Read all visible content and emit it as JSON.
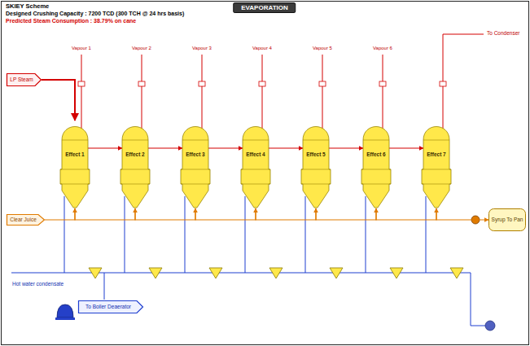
{
  "diagram": {
    "title": "EVAPORATION",
    "nodes": [
      {
        "text": [
          "LP Steam"
        ]
      },
      {
        "text": [
          "Effect 1"
        ]
      },
      {
        "text": [
          "Effect 2"
        ]
      },
      {
        "text": [
          "Effect 3"
        ]
      },
      {
        "text": [
          "Effect 4"
        ]
      },
      {
        "text": [
          "Effect 5"
        ]
      },
      {
        "text": [
          "Effect 6"
        ]
      },
      {
        "text": [
          "Effect 7"
        ]
      },
      {
        "text": [
          "Clear Juice"
        ]
      },
      {
        "text": [
          "Syrup To Pan"
        ]
      },
      {
        "text": [
          "To Boiler Deaerator"
        ]
      }
    ],
    "edges": [
      {
        "from": 0,
        "to": 1,
        "arrow": "to"
      },
      {
        "from": 1,
        "to": 2,
        "arrow": "to"
      },
      {
        "from": 2,
        "to": 3,
        "arrow": "to"
      },
      {
        "from": 3,
        "to": 4,
        "arrow": "to"
      },
      {
        "from": 4,
        "to": 5,
        "arrow": "to"
      },
      {
        "from": 5,
        "to": 6,
        "arrow": "to"
      },
      {
        "from": 6,
        "to": 7,
        "arrow": "to"
      },
      {
        "from": 8,
        "to": 1,
        "arrow": "to"
      },
      {
        "from": 1,
        "to": 2,
        "arrow": "to"
      },
      {
        "from": 2,
        "to": 3,
        "arrow": "to"
      },
      {
        "from": 3,
        "to": 4,
        "arrow": "to"
      },
      {
        "from": 4,
        "to": 5,
        "arrow": "to"
      },
      {
        "from": 5,
        "to": 6,
        "arrow": "to"
      },
      {
        "from": 6,
        "to": 7,
        "arrow": "to"
      },
      {
        "from": 7,
        "to": 9,
        "arrow": "to"
      }
    ],
    "labels": [
      "SKIEY Scheme",
      "Designed Crushing Capacity : 7200 TCD (300 TCH @ 24 hrs basis)",
      "Predicted Steam Consumption : 38.79% on cane",
      "Vapour 1",
      "Vapour 2",
      "Vapour 3",
      "Vapour 4",
      "Vapour 5",
      "Vapour 6",
      "To Condenser",
      "Hot water condensate"
    ]
  }
}
